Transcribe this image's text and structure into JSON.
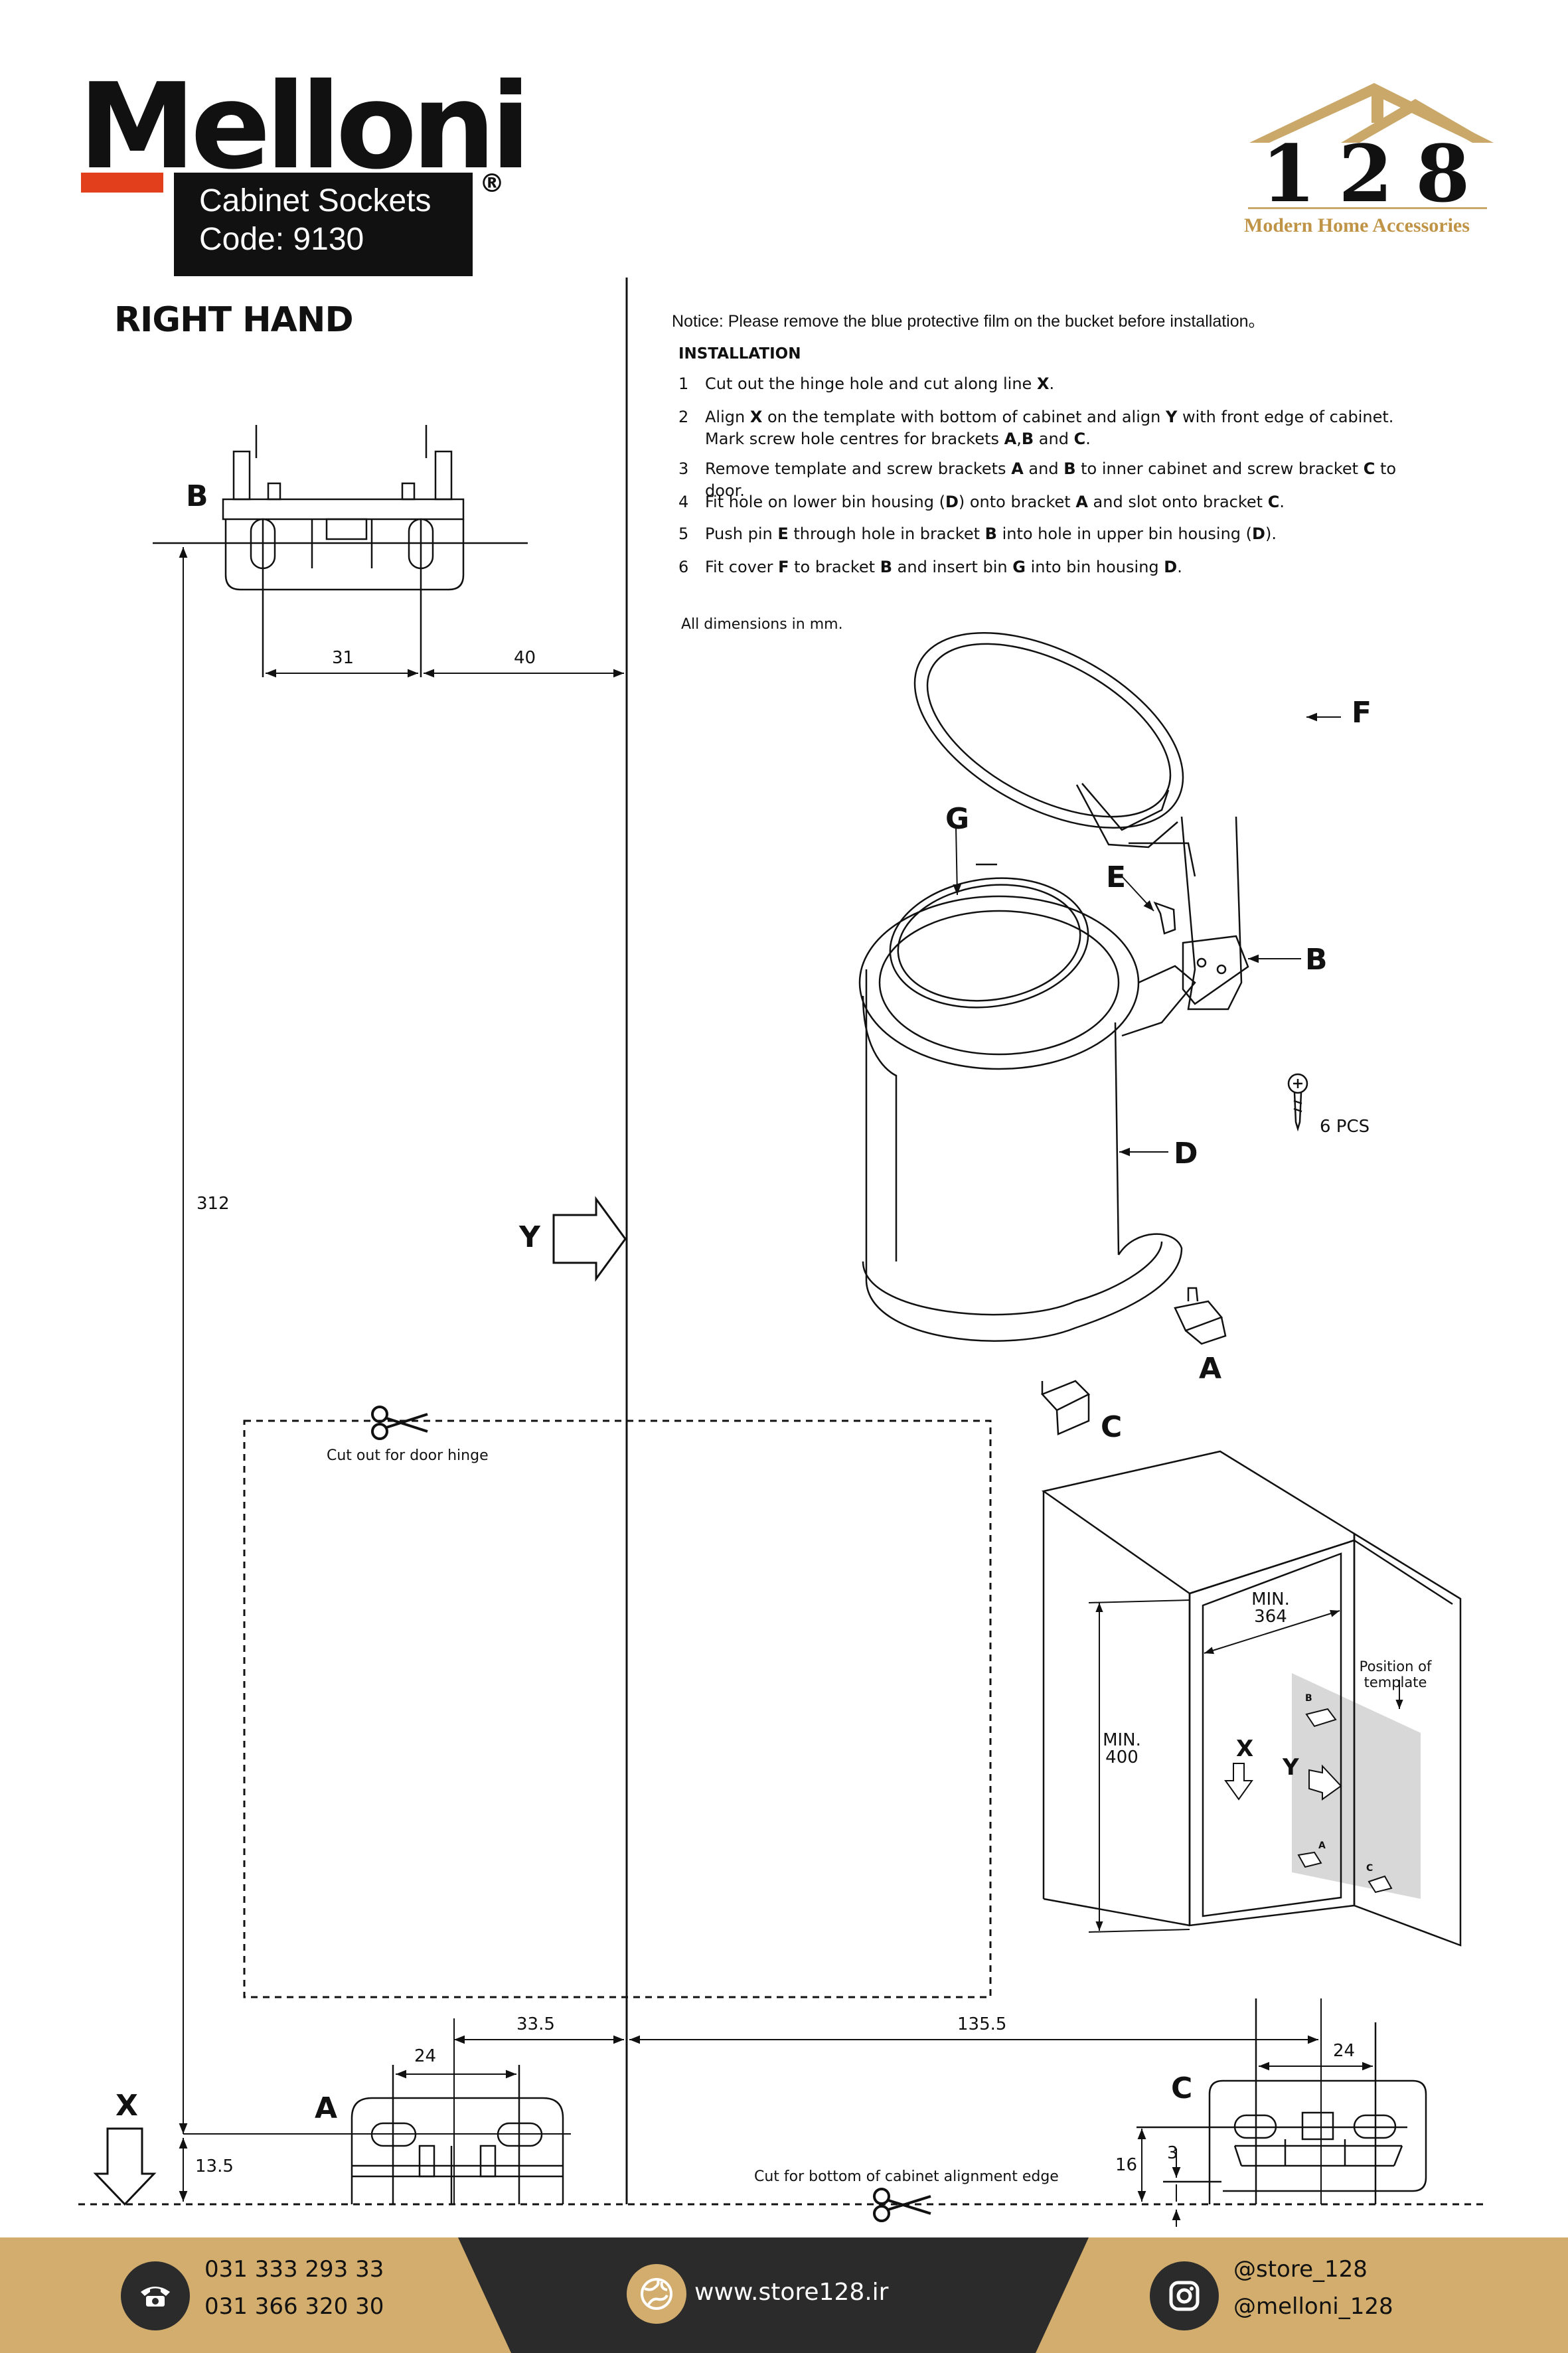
{
  "brand": {
    "name": "Melloni",
    "registered": "®",
    "product_line1": "Cabinet Sockets",
    "product_line2": "Code: 9130"
  },
  "store_logo": {
    "number": "128",
    "tagline": "Modern Home Accessories",
    "colors": {
      "roof": "#c9a869",
      "text": "#111111"
    }
  },
  "colors": {
    "accent_red": "#e2401c",
    "footer_gold": "#d2ad6d",
    "footer_dark": "#2b2b2b"
  },
  "page_title": "RIGHT HAND",
  "notice": "Notice: Please remove the blue protective film on the bucket before installation。",
  "installation": {
    "heading": "INSTALLATION",
    "steps": [
      {
        "num": "1",
        "html": "Cut out the hinge hole and cut along line <b>X</b>."
      },
      {
        "num": "2",
        "html": "Align <b>X</b> on the template with bottom of cabinet and align <b>Y</b> with front edge of cabinet.<br>Mark screw hole centres for brackets <b>A</b>,<b>B</b> and <b>C</b>."
      },
      {
        "num": "3",
        "html": "Remove template and screw brackets <b>A</b> and <b>B</b> to inner cabinet and screw bracket <b>C</b> to door."
      },
      {
        "num": "4",
        "html": "Fit hole on lower bin housing (<b>D</b>) onto bracket <b>A</b> and slot onto bracket <b>C</b>."
      },
      {
        "num": "5",
        "html": "Push pin <b>E</b> through hole in bracket <b>B</b> into hole in upper bin housing (<b>D</b>)."
      },
      {
        "num": "6",
        "html": "Fit cover <b>F</b> to bracket <b>B</b> and insert bin <b>G</b> into bin housing <b>D</b>."
      }
    ],
    "units_note": "All dimensions in mm."
  },
  "template": {
    "bracket_b_label": "B",
    "dim_31": "31",
    "dim_40": "40",
    "dim_312": "312",
    "y_label": "Y",
    "x_label": "X",
    "cutout_label": "Cut out for door hinge",
    "bracket_a_label": "A",
    "dim_24_a": "24",
    "dim_33_5": "33.5",
    "dim_13_5": "13.5",
    "dim_135_5": "135.5",
    "bracket_c_label": "C",
    "dim_24_c": "24",
    "dim_16": "16",
    "dim_3": "3",
    "cut_bottom_label": "Cut for bottom of cabinet alignment edge"
  },
  "exploded": {
    "f": "F",
    "g": "G",
    "e": "E",
    "b": "B",
    "d": "D",
    "a": "A",
    "c": "C",
    "screws": "6 PCS"
  },
  "cabinet": {
    "min_width_line1": "MIN.",
    "min_width_line2": "364",
    "min_height_line1": "MIN.",
    "min_height_line2": "400",
    "template_pos_line1": "Position of",
    "template_pos_line2": "template",
    "x": "X",
    "y": "Y",
    "b": "B",
    "a": "A",
    "c": "C"
  },
  "footer": {
    "phone1": "031 333 293 33",
    "phone2": "031 366 320 30",
    "website": "www.store128.ir",
    "social1": "@store_128",
    "social2": "@melloni_128",
    "icons": [
      "phone-icon",
      "globe-icon",
      "instagram-icon"
    ]
  }
}
